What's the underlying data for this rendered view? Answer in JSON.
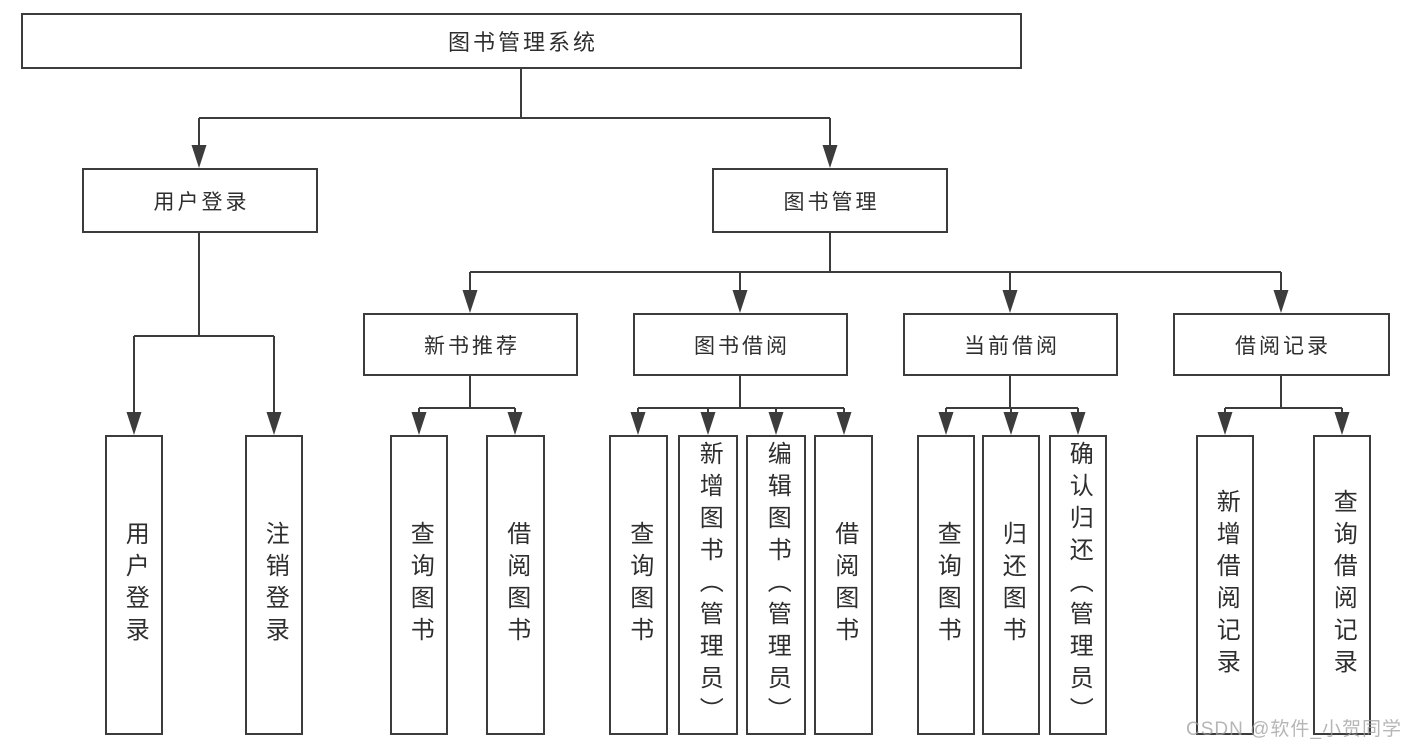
{
  "diagram": {
    "title": "图书管理系统",
    "root": "图书管理系统",
    "level2": {
      "user_login": "用户登录",
      "book_mgmt": "图书管理"
    },
    "level3": {
      "new_books": "新书推荐",
      "book_borrow": "图书借阅",
      "current_borrow": "当前借阅",
      "borrow_records": "借阅记录"
    },
    "leaves": {
      "user_login": [
        "用户登录",
        "注销登录"
      ],
      "new_books": [
        "查询图书",
        "借阅图书"
      ],
      "book_borrow": [
        "查询图书",
        "新增图书（管理员）",
        "编辑图书（管理员）",
        "借阅图书"
      ],
      "current_borrow": [
        "查询图书",
        "归还图书",
        "确认归还（管理员）"
      ],
      "borrow_records": [
        "新增借阅记录",
        "查询借阅记录"
      ]
    },
    "line_color": "#3c3c3c"
  },
  "watermark": "CSDN @软件_小贺同学"
}
